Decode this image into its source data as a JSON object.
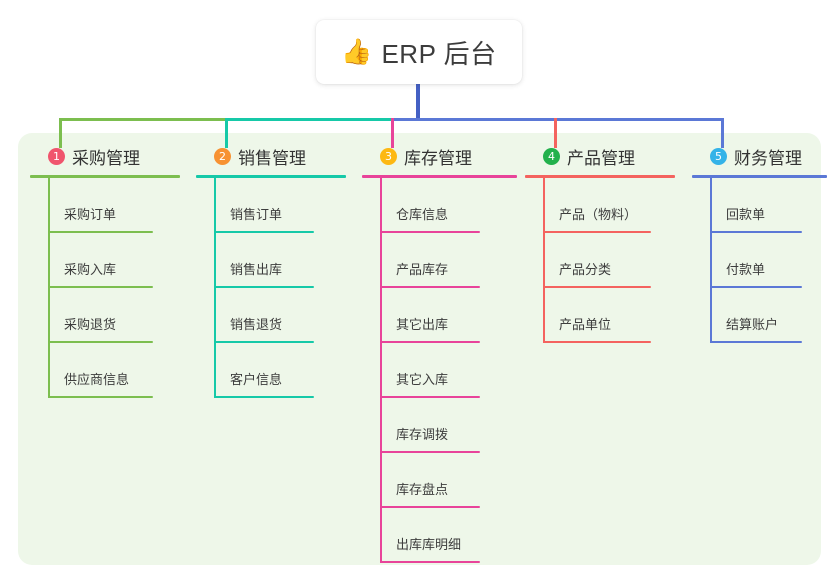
{
  "title": {
    "icon": "thumbs-up-icon",
    "emoji": "👍",
    "text": "ERP 后台"
  },
  "colors": {
    "panel_background": "#eef7e9",
    "page_background": "#ffffff",
    "trunk": "#4460c4",
    "green": "#7cbe4f",
    "teal": "#16c9a8",
    "pink": "#e8449a",
    "red": "#f4635f",
    "blue": "#5b78d6"
  },
  "columns": [
    {
      "number": "1",
      "title": "采购管理",
      "badge_color": "#f0556d",
      "line_color": "#7cbe4f",
      "drop_color": "#7cbe4f",
      "items": [
        {
          "label": "采购订单"
        },
        {
          "label": "采购入库"
        },
        {
          "label": "采购退货"
        },
        {
          "label": "供应商信息"
        }
      ]
    },
    {
      "number": "2",
      "title": "销售管理",
      "badge_color": "#f79232",
      "line_color": "#16c9a8",
      "drop_color": "#16c9a8",
      "items": [
        {
          "label": "销售订单"
        },
        {
          "label": "销售出库"
        },
        {
          "label": "销售退货"
        },
        {
          "label": "客户信息"
        }
      ]
    },
    {
      "number": "3",
      "title": "库存管理",
      "badge_color": "#fdb813",
      "line_color": "#e8449a",
      "drop_color": "#e8449a",
      "items": [
        {
          "label": "仓库信息"
        },
        {
          "label": "产品库存"
        },
        {
          "label": "其它出库"
        },
        {
          "label": "其它入库"
        },
        {
          "label": "库存调拨"
        },
        {
          "label": "库存盘点"
        },
        {
          "label": "出库库明细"
        }
      ]
    },
    {
      "number": "4",
      "title": "产品管理",
      "badge_color": "#22b14c",
      "line_color": "#f4635f",
      "drop_color": "#f4635f",
      "items": [
        {
          "label": "产品（物料）"
        },
        {
          "label": "产品分类"
        },
        {
          "label": "产品单位"
        }
      ]
    },
    {
      "number": "5",
      "title": "财务管理",
      "badge_color": "#34b3e8",
      "line_color": "#5b78d6",
      "drop_color": "#5b78d6",
      "items": [
        {
          "label": "回款单"
        },
        {
          "label": "付款单"
        },
        {
          "label": "结算账户"
        }
      ]
    }
  ]
}
